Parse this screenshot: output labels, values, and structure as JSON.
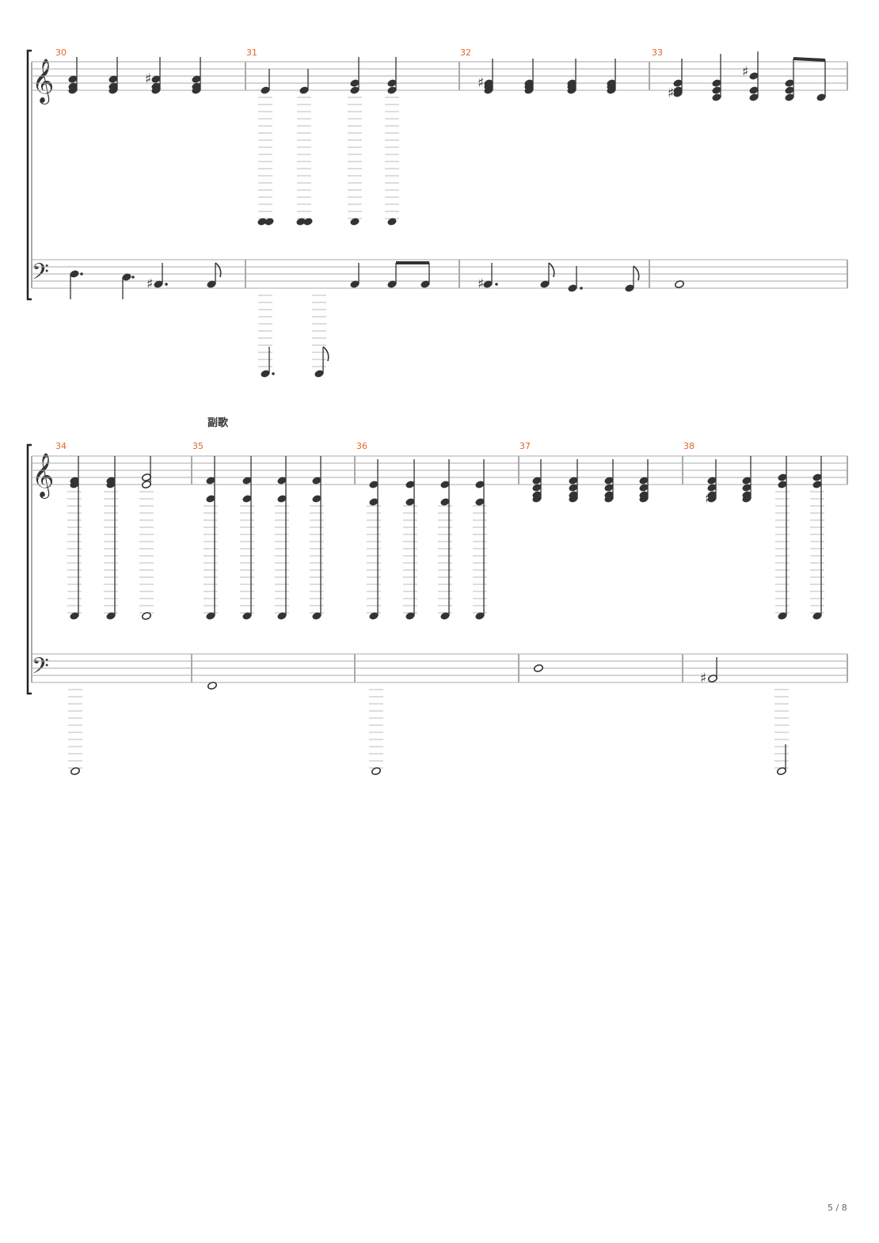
{
  "page": {
    "number": "5 / 8"
  },
  "colors": {
    "ink": "#333333",
    "staff_line": "#aaaaaa",
    "measure_number": "#e8622a",
    "ledger": "#bbbbbb"
  },
  "systems": [
    {
      "section_label": "",
      "measures": [
        {
          "number": "30"
        },
        {
          "number": "31"
        },
        {
          "number": "32"
        },
        {
          "number": "33"
        }
      ]
    },
    {
      "section_label": "副歌",
      "measures": [
        {
          "number": "34"
        },
        {
          "number": "35"
        },
        {
          "number": "36"
        },
        {
          "number": "37"
        },
        {
          "number": "38"
        }
      ]
    }
  ]
}
